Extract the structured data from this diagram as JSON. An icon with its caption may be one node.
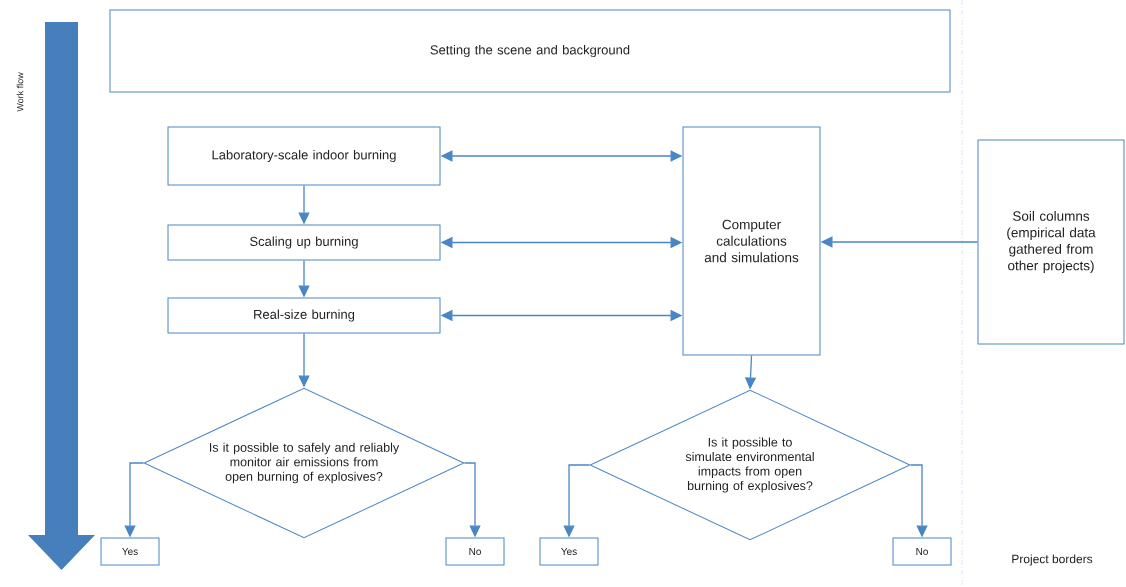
{
  "diagram": {
    "nodes": [
      {
        "text": [
          "Setting the scene and background"
        ]
      },
      {
        "text": [
          "Laboratory-scale indoor burning"
        ]
      },
      {
        "text": [
          "Scaling up burning"
        ]
      },
      {
        "text": [
          "Real-size burning"
        ]
      },
      {
        "text": [
          "Computer calculations and simulations"
        ]
      },
      {
        "text": [
          "Soil columns (empirical data gathered from other projects)"
        ]
      },
      {
        "text": [
          "Is it possible to safely and reliably monitor air emissions from open burning of explosives?"
        ]
      },
      {
        "text": [
          "Is it possible to simulate environmental impacts from open burning of explosives?"
        ]
      },
      {
        "text": [
          "Yes"
        ]
      },
      {
        "text": [
          "No"
        ]
      },
      {
        "text": [
          "Yes"
        ]
      },
      {
        "text": [
          "No"
        ]
      }
    ],
    "edges": [
      {
        "from": 1,
        "to": 2,
        "arrow": "to"
      },
      {
        "from": 2,
        "to": 3,
        "arrow": "to"
      },
      {
        "from": 3,
        "to": 6,
        "arrow": "to"
      },
      {
        "from": 1,
        "to": 4,
        "arrow": "both"
      },
      {
        "from": 2,
        "to": 4,
        "arrow": "both"
      },
      {
        "from": 3,
        "to": 4,
        "arrow": "both"
      },
      {
        "from": 5,
        "to": 4,
        "arrow": "to"
      },
      {
        "from": 4,
        "to": 7,
        "arrow": "to"
      },
      {
        "from": 6,
        "to": 8,
        "arrow": "to"
      },
      {
        "from": 6,
        "to": 9,
        "arrow": "to"
      },
      {
        "from": 7,
        "to": 10,
        "arrow": "to"
      },
      {
        "from": 7,
        "to": 11,
        "arrow": "to"
      }
    ],
    "labels": [
      "Work flow",
      "Project borders"
    ]
  }
}
